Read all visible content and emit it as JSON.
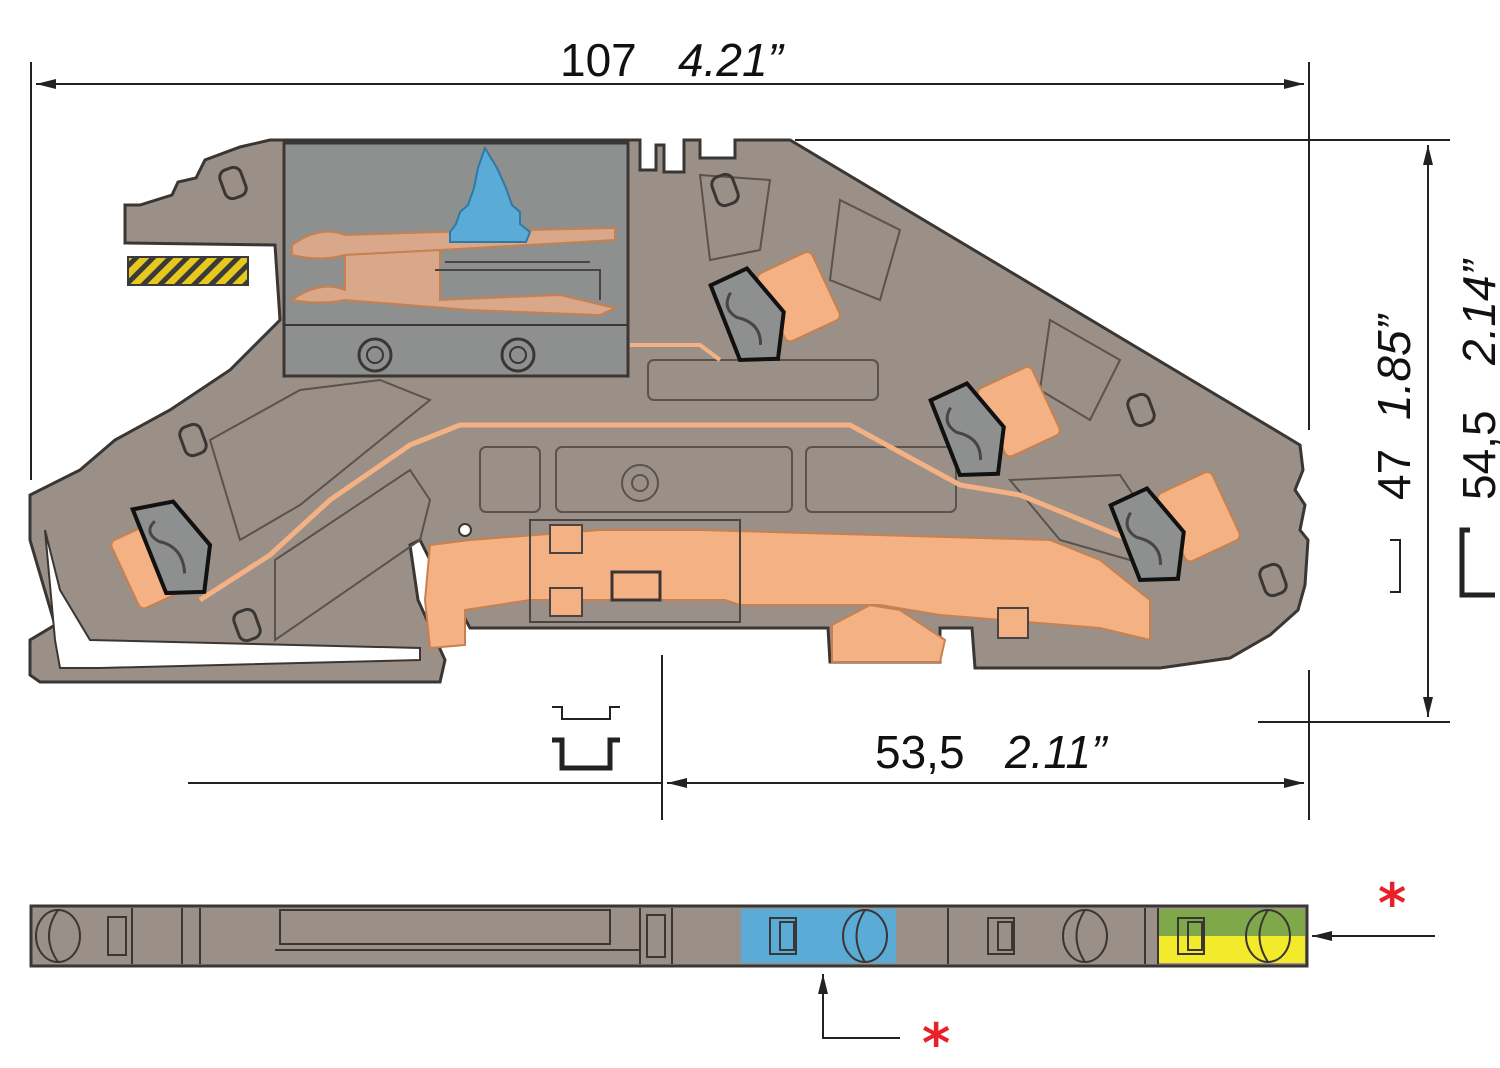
{
  "dimensions": {
    "width_total": {
      "mm": "107",
      "inch": "4.21”"
    },
    "height_small": {
      "mm": "47",
      "inch": "1.85”"
    },
    "height_large": {
      "mm": "54,5",
      "inch": "2.14”"
    },
    "rail_offset": {
      "mm": "53,5",
      "inch": "2.11”"
    }
  },
  "markers": {
    "asterisk": "*"
  },
  "colors": {
    "housing": "#9b9087",
    "housing_stroke": "#3a3634",
    "copper": "#f4b183",
    "copper_stroke": "#c8804e",
    "blue": "#5aabd6",
    "window_grey": "#8e8f8f",
    "green": "#7fa84a",
    "yellow": "#f2ea2b",
    "stripe_yellow": "#e6c81f",
    "asterisk": "#e8202a",
    "line": "#222222"
  },
  "icons": [
    "clamp-spring-icon",
    "din-rail-icon",
    "arrow-icon",
    "asterisk-icon"
  ]
}
